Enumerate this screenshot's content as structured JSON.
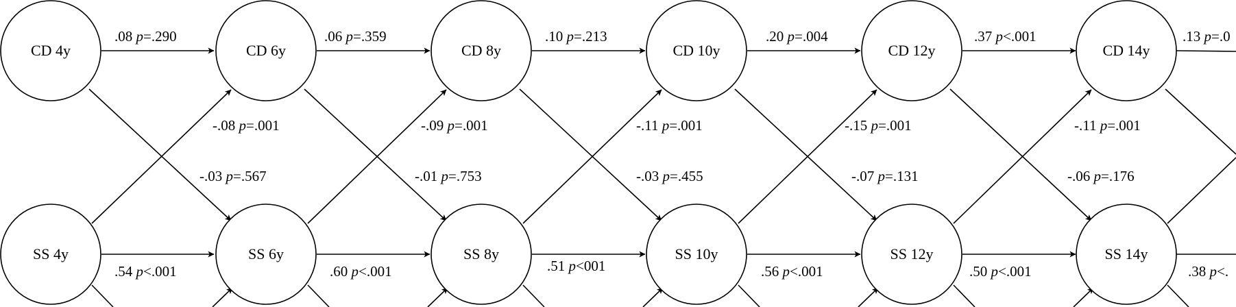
{
  "nodes": {
    "cd4": "CD 4y",
    "cd6": "CD 6y",
    "cd8": "CD 8y",
    "cd10": "CD 10y",
    "cd12": "CD 12y",
    "cd14": "CD 14y",
    "ss4": "SS 4y",
    "ss6": "SS 6y",
    "ss8": "SS 8y",
    "ss10": "SS 10y",
    "ss12": "SS 12y",
    "ss14": "SS 14y"
  },
  "paths": {
    "cd4_cd6": {
      "coef": ".08",
      "p": "p",
      "pval": "=.290"
    },
    "cd6_cd8": {
      "coef": ".06",
      "p": "p",
      "pval": "=.359"
    },
    "cd8_cd10": {
      "coef": ".10",
      "p": "p",
      "pval": "=.213"
    },
    "cd10_cd12": {
      "coef": ".20",
      "p": "p",
      "pval": "=.004"
    },
    "cd12_cd14": {
      "coef": ".37",
      "p": "p",
      "pval": "<.001"
    },
    "cd14_out": {
      "coef": ".13",
      "p": "p",
      "pval": "=.0"
    },
    "ss4_ss6": {
      "coef": ".54",
      "p": "p",
      "pval": "<.001"
    },
    "ss6_ss8": {
      "coef": ".60",
      "p": "p",
      "pval": "<.001"
    },
    "ss8_ss10": {
      "coef": ".51",
      "p": "p",
      "pval": "<001"
    },
    "ss10_ss12": {
      "coef": ".56",
      "p": "p",
      "pval": "<.001"
    },
    "ss12_ss14": {
      "coef": ".50",
      "p": "p",
      "pval": "<.001"
    },
    "ss14_out": {
      "coef": ".38",
      "p": "p",
      "pval": "<."
    },
    "ss4_cd6": {
      "coef": "-.08",
      "p": "p",
      "pval": "=.001"
    },
    "ss6_cd8": {
      "coef": "-.09",
      "p": "p",
      "pval": "=.001"
    },
    "ss8_cd10": {
      "coef": "-.11",
      "p": "p",
      "pval": "=.001"
    },
    "ss10_cd12": {
      "coef": "-.15",
      "p": "p",
      "pval": "=.001"
    },
    "ss12_cd14": {
      "coef": "-.11",
      "p": "p",
      "pval": "=.001"
    },
    "cd4_ss6": {
      "coef": "-.03",
      "p": "p",
      "pval": "=.567"
    },
    "cd6_ss8": {
      "coef": "-.01",
      "p": "p",
      "pval": "=.753"
    },
    "cd8_ss10": {
      "coef": "-.03",
      "p": "p",
      "pval": "=.455"
    },
    "cd10_ss12": {
      "coef": "-.07",
      "p": "p",
      "pval": "=.131"
    },
    "cd12_ss14": {
      "coef": "-.06",
      "p": "p",
      "pval": "=.176"
    }
  }
}
